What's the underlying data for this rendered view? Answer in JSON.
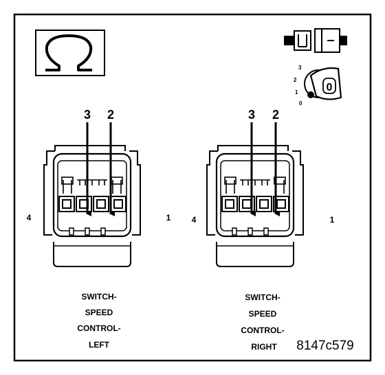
{
  "symbols": {
    "ohm": "Ω",
    "icons": [
      "ohm-meter-icon",
      "connector-pair-icon",
      "ignition-key-icon"
    ],
    "key_positions": [
      "3",
      "2",
      "1",
      "0"
    ],
    "key_label": "0"
  },
  "left_connector": {
    "callouts": [
      "3",
      "2"
    ],
    "pin_end_labels": {
      "left": "4",
      "right": "1"
    },
    "caption": [
      "SWITCH-",
      "SPEED",
      "CONTROL-",
      "LEFT"
    ]
  },
  "right_connector": {
    "callouts": [
      "3",
      "2"
    ],
    "pin_end_labels": {
      "left": "4",
      "right": "1"
    },
    "caption": [
      "SWITCH-",
      "SPEED",
      "CONTROL-",
      "RIGHT"
    ]
  },
  "figure_id": "8147c579",
  "colors": {
    "line": "#000000",
    "background": "#ffffff"
  }
}
